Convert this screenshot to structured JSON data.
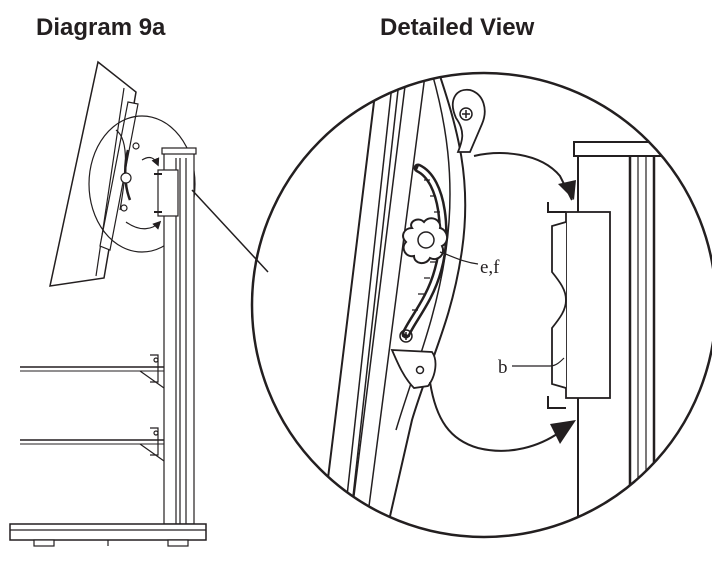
{
  "titles": {
    "left": "Diagram 9a",
    "right": "Detailed View"
  },
  "callouts": {
    "knob": "e,f",
    "bracket": "b"
  },
  "colors": {
    "ink": "#231f20",
    "paper": "#ffffff"
  }
}
